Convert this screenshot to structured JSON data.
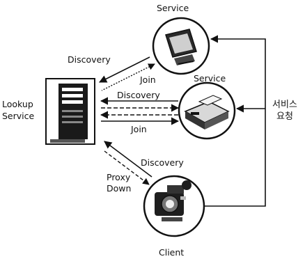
{
  "nodes": {
    "lookup": {
      "label_line1": "Lookup",
      "label_line2": "Service",
      "icon": "server-tower-icon"
    },
    "service_top": {
      "label": "Service",
      "icon": "computer-monitor-icon"
    },
    "service_mid": {
      "label": "Service",
      "icon": "printer-icon"
    },
    "client": {
      "label": "Client",
      "icon": "camera-icon"
    }
  },
  "edges": {
    "discovery_top": "Discovery",
    "join_top": "Join",
    "discovery_mid": "Discovery",
    "join_mid": "Join",
    "discovery_client": "Discovery",
    "proxy_down_line1": "Proxy",
    "proxy_down_line2": "Down"
  },
  "request": {
    "line1": "서비스",
    "line2": "요청"
  },
  "colors": {
    "ink": "#111111",
    "fill_light": "#f2f2f2",
    "fill_dark": "#333333"
  }
}
